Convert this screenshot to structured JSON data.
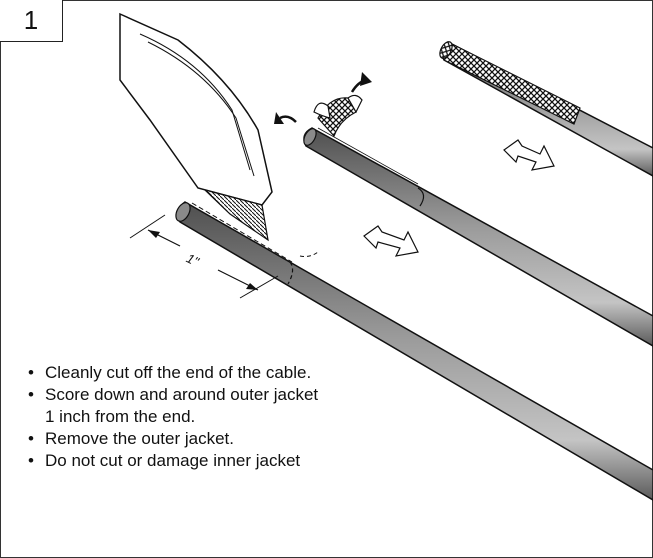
{
  "step_number": "1",
  "dimension_label": "1\"",
  "instructions": {
    "line1": "Cleanly cut off the end of the cable.",
    "line2a": "Score down and around outer jacket",
    "line2b": "1 inch from the end.",
    "line3": "Remove the outer jacket.",
    "line4": "Do not cut or damage inner jacket"
  },
  "colors": {
    "jacket_dark": "#7a7a7a",
    "jacket_light": "#d0d0d0",
    "outline": "#111111",
    "arrow_fill": "#ffffff"
  }
}
